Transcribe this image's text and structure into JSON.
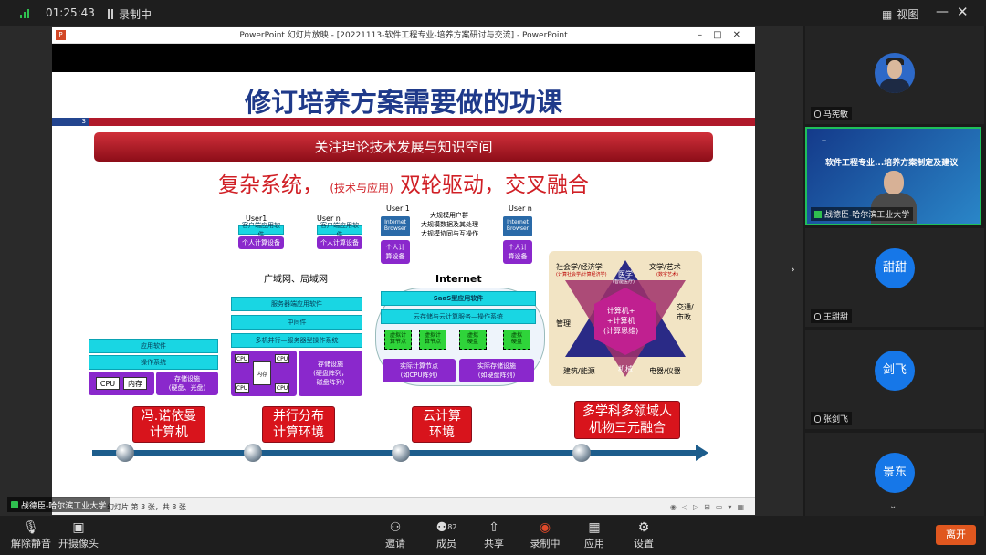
{
  "topbar": {
    "time": "01:25:43",
    "recording": "录制中",
    "view": "视图"
  },
  "ppt": {
    "window_title": "PowerPoint 幻灯片放映 - [20221113-软件工程专业-培养方案研讨与交流] - PowerPoint",
    "slide_number": "3",
    "status": "幻灯片 第 3 张，共 8 张"
  },
  "slide": {
    "title": "修订培养方案需要做的功课",
    "banner": "关注理论技术发展与知识空间",
    "subtitle_main1": "复杂系统，",
    "subtitle_small": "(技术与应用)",
    "subtitle_main2": "双轮驱动，交叉融合",
    "vn": {
      "app": "应用软件",
      "os": "操作系统",
      "cpu": "CPU",
      "mem": "内存",
      "storage": "存储设施\n(硬盘、光盘)"
    },
    "parallel": {
      "user1": "User1",
      "usern": "User n",
      "client_sw": "客户端应用软件",
      "pc": "个人计算设备",
      "net": "广域网、局域网",
      "server_app": "服务器端应用软件",
      "middleware": "中间件",
      "server_os": "多机并行—服务器型操作系统",
      "cpu": "CPU",
      "mem": "内存",
      "storage": "存储设施\n(硬盘阵列，\n磁盘阵列)"
    },
    "cloud": {
      "user1": "User 1",
      "usern": "User n",
      "browser": "Internet\nBrowser",
      "big1": "大规模用户群",
      "big2": "大规模数据及其处理",
      "big3": "大规模协同与互操作",
      "pc": "个人计\n算设备",
      "internet": "Internet",
      "saas": "SaaS型应用软件",
      "cloud_os": "云存储与云计算服务—操作系统",
      "vnode": "虚拟计\n算节点",
      "vdisk": "虚拟\n硬盘",
      "real_nodes": "实际计算节点\n(如CPU阵列)",
      "real_storage": "实际存储设施\n(如硬盘阵列)"
    },
    "star": {
      "social": "社会学/经济学",
      "social_sub": "(计算社会学/计算经济学)",
      "art": "文学/艺术",
      "art_sub": "(数字艺术)",
      "medical": "医学",
      "medical_sub": "(智能医疗)",
      "manage": "管理",
      "traffic": "交通/\n市政",
      "building": "建筑/能源",
      "electric": "电器/仪器",
      "mech": "机械",
      "center": "计算机+\n+计算机\n(计算思维)"
    },
    "stages": [
      "冯.诺依曼\n计算机",
      "并行分布\n计算环境",
      "云计算\n环境",
      "多学科多领域人\n机物三元融合"
    ]
  },
  "presenter_name": "战德臣-哈尔滨工业大学",
  "participants": [
    {
      "name": "马宪敏",
      "avatar": ""
    },
    {
      "name": "战德臣-哈尔滨工业大学",
      "video_title": "软件工程专业...培养方案制定及建议"
    },
    {
      "name": "王甜甜",
      "avatar": "甜甜"
    },
    {
      "name": "张剑飞",
      "avatar": "剑飞"
    },
    {
      "name": "",
      "avatar": "景东"
    }
  ],
  "toolbar": {
    "mute": "解除静音",
    "camera": "开摄像头",
    "invite": "邀请",
    "members": "成员",
    "members_count": "82",
    "share": "共享",
    "record": "录制中",
    "apps": "应用",
    "settings": "设置",
    "leave": "离开"
  },
  "colors": {
    "accent": "#1677e8",
    "leave": "#e0571f",
    "slide_red": "#d01f25",
    "slide_title": "#1f3a8a"
  }
}
